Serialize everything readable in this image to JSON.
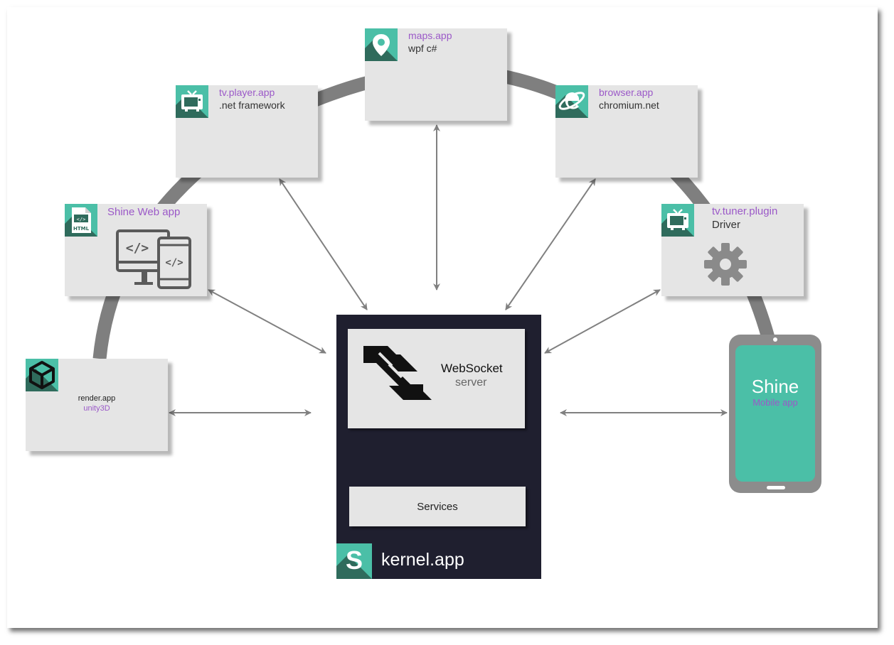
{
  "nodes": {
    "maps": {
      "title": "maps.app",
      "subtitle": "wpf c#"
    },
    "tvplayer": {
      "title": "tv.player.app",
      "subtitle": ".net framework"
    },
    "browser": {
      "title": "browser.app",
      "subtitle": "chromium.net"
    },
    "shineweb": {
      "title": "Shine Web app"
    },
    "tvtuner": {
      "title": "tv.tuner.plugin",
      "subtitle": "Driver"
    },
    "render": {
      "title": "render.app",
      "subtitle": "unity3D"
    },
    "kernel": {
      "title": "kernel.app",
      "logo_letter": "S"
    },
    "websocket": {
      "title": "WebSocket",
      "subtitle": "server"
    },
    "services": {
      "title": "Services"
    },
    "mobile": {
      "title": "Shine",
      "subtitle": "Mobile app"
    }
  },
  "colors": {
    "accent": "#4bbfa7",
    "accent_dark": "#2f6b5c",
    "purple": "#9b59c8",
    "kernel_bg": "#1f1f2f",
    "box_bg": "#e5e5e5",
    "ring": "#7f7f7f",
    "arrow": "#808080"
  },
  "icons": {
    "maps": "map-pin-icon",
    "tvplayer": "tv-icon",
    "browser": "internet-explorer-icon",
    "shineweb": "html-file-icon",
    "tvtuner": "tv-icon",
    "render": "unity-logo-icon",
    "gear": "gear-icon",
    "devices": "code-devices-icon",
    "websocket": "websocket-logo-icon"
  }
}
